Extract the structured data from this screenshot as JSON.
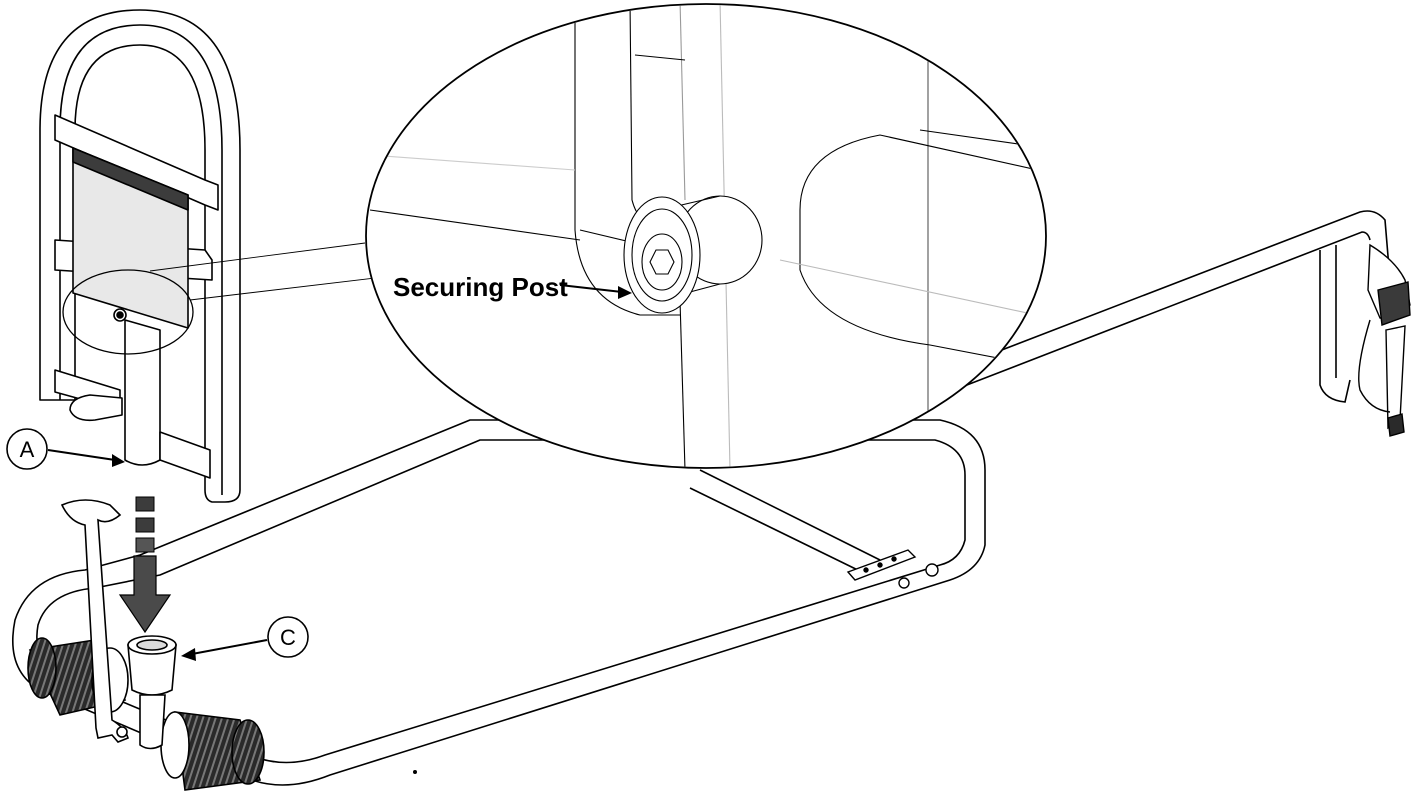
{
  "callouts": {
    "securing_post_label": "Securing Post",
    "label_a": "A",
    "label_c": "C"
  },
  "colors": {
    "line": "#000000",
    "background": "#ffffff",
    "detail_fill": "#ffffff",
    "soft_shade": "#e8e8e8",
    "mid_shade": "#b5b5b5",
    "dark_shade": "#3c3c3c",
    "arrow_fill": "#4a4a4a"
  },
  "icons": {
    "arrow": "down-arrow-icon",
    "wrench": "wrench-icon"
  }
}
